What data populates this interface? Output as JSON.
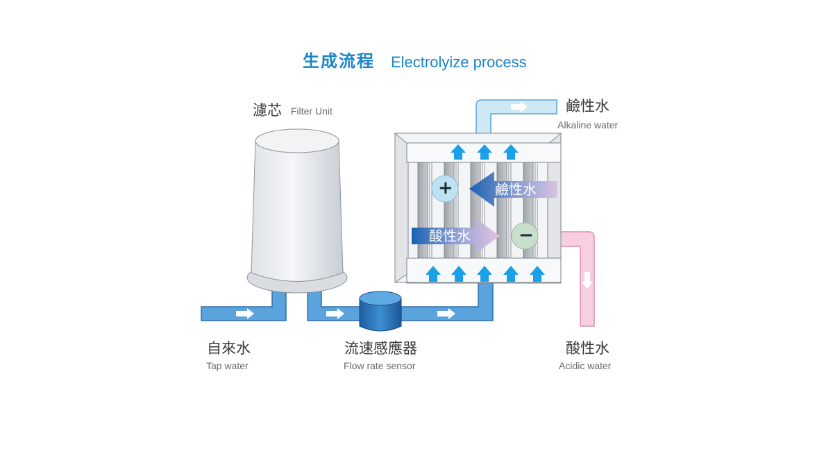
{
  "title": {
    "cn": "生成流程",
    "en": "Electrolyize process"
  },
  "labels": {
    "filter": {
      "cn": "濾芯",
      "en": "Filter Unit"
    },
    "tap": {
      "cn": "自來水",
      "en": "Tap water"
    },
    "sensor": {
      "cn": "流速感應器",
      "en": "Flow rate sensor"
    },
    "alkaline": {
      "cn": "鹼性水",
      "en": "Alkaline water"
    },
    "acidic": {
      "cn": "酸性水",
      "en": "Acidic water"
    }
  },
  "cell": {
    "plus_symbol": "+",
    "minus_symbol": "−",
    "alkaline_arrow": "鹼性水",
    "acidic_arrow": "酸性水"
  },
  "colors": {
    "pipe_blue": "#5aa3dc",
    "pipe_light": "#cfe8f6",
    "pipe_pink": "#f7cfe0",
    "title_blue": "#1a86c8",
    "arrow_up": "#1aa0e6"
  }
}
